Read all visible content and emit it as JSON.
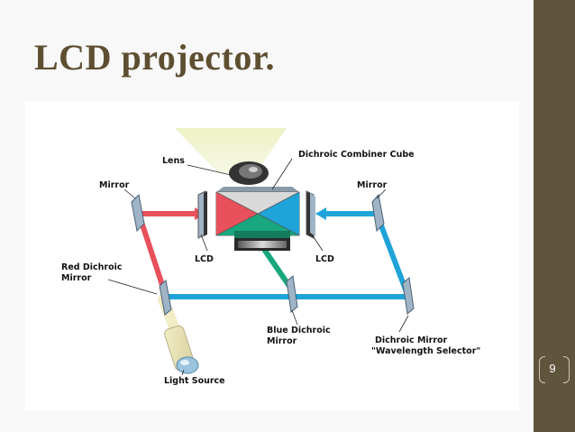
{
  "slide": {
    "title": "LCD projector.",
    "page_number": "9"
  },
  "diagram": {
    "labels": {
      "lens": "Lens",
      "combiner": "Dichroic Combiner Cube",
      "mirror_left": "Mirror",
      "mirror_right": "Mirror",
      "lcd_left": "LCD",
      "lcd_right": "LCD",
      "red_dichroic_1": "Red Dichroic",
      "red_dichroic_2": "Mirror",
      "blue_dichroic_1": "Blue Dichroic",
      "blue_dichroic_2": "Mirror",
      "selector_1": "Dichroic Mirror",
      "selector_2": "\"Wavelength Selector\"",
      "light_source": "Light Source"
    },
    "colors": {
      "red": "#e8505b",
      "blue": "#1ea4d8",
      "green": "#18a77e",
      "mirror": "#8fb0c8"
    }
  }
}
